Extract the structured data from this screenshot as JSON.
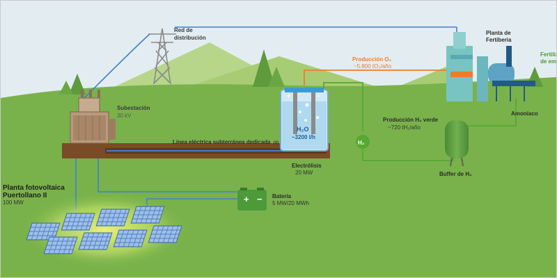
{
  "colors": {
    "sky": "#e3edf1",
    "grass": "#79b24b",
    "grass_dark": "#5f9a3c",
    "hill": "#a7cc74",
    "earth": "#7a4b27",
    "power_line": "#3d7fd0",
    "hydrogen_line": "#57a833",
    "oxygen_line": "#ee7c2d",
    "label_text": "#3b3b3b",
    "label_sub": "#555555",
    "tank_green": "#5b9e3e",
    "plant_teal": "#77c4c2"
  },
  "labels": {
    "grid_title_1": "Red de",
    "grid_title_2": "distribución",
    "substation_title": "Subestación",
    "substation_value": "30 kV",
    "underground_line": "Línea eléctrica subterránea dedicada",
    "underground_line_note": "(2)",
    "pv_title_1": "Planta fotovoltaica",
    "pv_title_2": "Puertollano II",
    "pv_value": "100 MW",
    "battery_title": "Batería",
    "battery_value": "5 MW/20 MWh",
    "electrolysis_title": "Electrólisis",
    "electrolysis_value": "20 MW",
    "water_formula": "H₂O",
    "water_flow": "~3200 l/h",
    "oxygen_title": "Producción O₂",
    "oxygen_value": "~5.800 tO₂/año",
    "h2_title": "Producción H₂ verde",
    "h2_value": "~720 tH₂/año",
    "h2_badge": "H₂",
    "buffer_title": "Buffer de H₂",
    "fertiberia_1": "Planta de",
    "fertiberia_2": "Fertiberia",
    "ammonia": "Amoníaco",
    "fertilizer_1": "Fertiliz",
    "fertilizer_2": "de em",
    "battery_plus": "+",
    "battery_minus": "−",
    "electrode_plus": "+",
    "electrode_minus": "−"
  }
}
